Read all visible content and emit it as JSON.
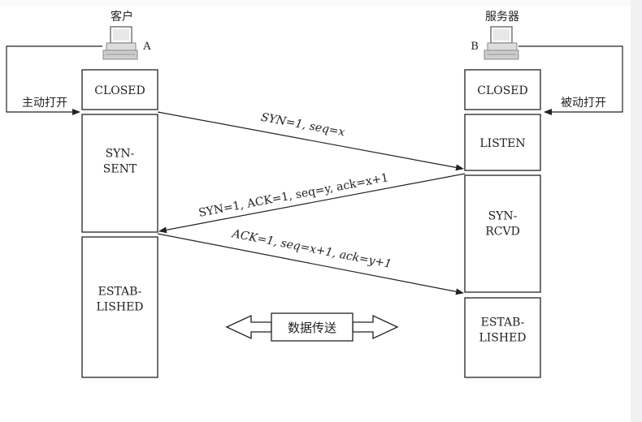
{
  "client": {
    "title": "客户",
    "label": "A",
    "action": "主动打开",
    "states": [
      "CLOSED",
      "SYN-\nSENT",
      "ESTAB-\nLISHED"
    ]
  },
  "server": {
    "title": "服务器",
    "label": "B",
    "action": "被动打开",
    "states": [
      "CLOSED",
      "LISTEN",
      "SYN-\nRCVD",
      "ESTAB-\nLISHED"
    ]
  },
  "messages": [
    {
      "text": "SYN=1, seq=x",
      "direction": "client-to-server"
    },
    {
      "text": "SYN=1, ACK=1, seq=y, ack=x+1",
      "direction": "server-to-client"
    },
    {
      "text": "ACK=1, seq=x+1, ack=y+1",
      "direction": "client-to-server"
    }
  ],
  "data_transfer": "数据传送",
  "colors": {
    "stroke": "#222222",
    "background": "#ffffff",
    "computer": "#bdbdbd"
  }
}
